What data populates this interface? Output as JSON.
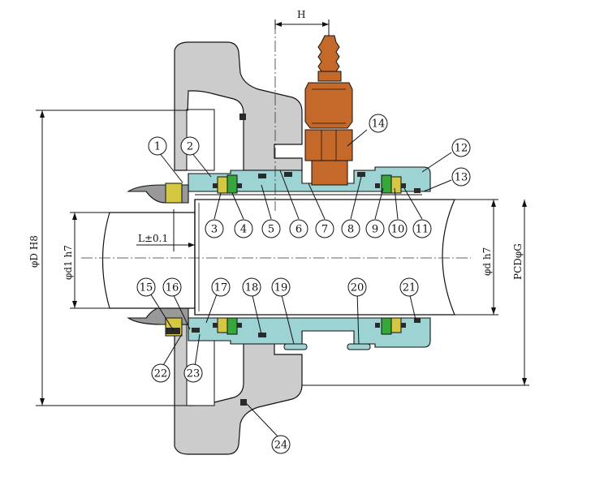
{
  "diagram": {
    "dimensions": {
      "H": "H",
      "L": "L±0.1",
      "D": "φD H8",
      "d1": "φd1 h7",
      "d": "φd h7",
      "G": "PCDφG"
    },
    "callouts": [
      "1",
      "2",
      "3",
      "4",
      "5",
      "6",
      "7",
      "8",
      "9",
      "10",
      "11",
      "12",
      "13",
      "14",
      "15",
      "16",
      "17",
      "18",
      "19",
      "20",
      "21",
      "22",
      "23",
      "24"
    ],
    "colors": {
      "housing": "#cccccc",
      "sleeve": "#9dd3d3",
      "fitting": "#c5692a",
      "face": "#d4c843",
      "oring": "#2a2a2a",
      "green": "#36a83a",
      "shaft": "#ffffff"
    }
  }
}
